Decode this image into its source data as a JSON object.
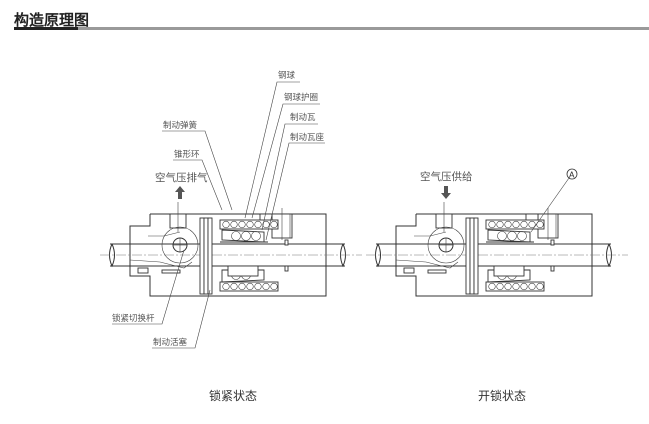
{
  "header": {
    "title": "构造原理图"
  },
  "left_diagram": {
    "caption": "锁紧状态",
    "air_label": "空气压排气",
    "air_arrow_direction": "up",
    "labels_top_right": [
      "钢球",
      "钢球护圈",
      "制动瓦",
      "制动瓦座"
    ],
    "labels_top_left": [
      "制动弹簧",
      "锥形环"
    ],
    "labels_bottom_left": [
      "锁紧切换杆",
      "制动活塞"
    ]
  },
  "right_diagram": {
    "caption": "开锁状态",
    "air_label": "空气压供给",
    "air_arrow_direction": "down",
    "marker_label": "A"
  }
}
